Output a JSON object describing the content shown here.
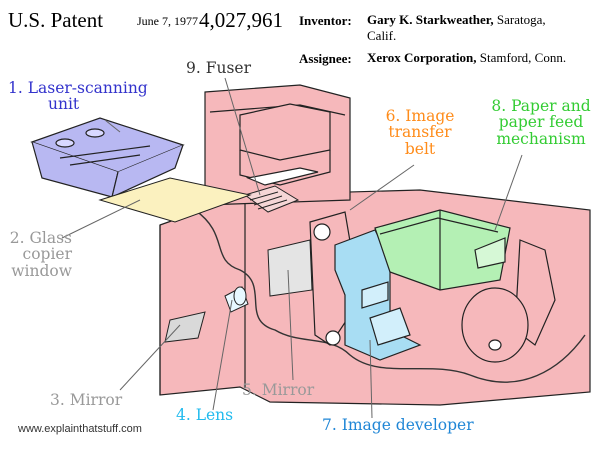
{
  "header": {
    "title": "U.S. Patent",
    "date": "June 7, 1977",
    "number": "4,027,961",
    "inventor_label": "Inventor:",
    "inventor_name": "Gary K. Starkweather,",
    "inventor_place_1": " Saratoga,",
    "inventor_place_2": "Calif.",
    "assignee_label": "Assignee:",
    "assignee_name": "Xerox Corporation,",
    "assignee_place": " Stamford, Conn."
  },
  "labels": {
    "laser_1": "1. Laser-scanning",
    "laser_2": "unit",
    "glass_1": "2. Glass",
    "glass_2": "copier",
    "glass_3": "window",
    "mirror3": "3. Mirror",
    "lens": "4. Lens",
    "mirror5": "5. Mirror",
    "belt_1": "6. Image",
    "belt_2": "transfer",
    "belt_3": "belt",
    "developer": "7. Image developer",
    "paper_1": "8. Paper and",
    "paper_2": "paper feed",
    "paper_3": "mechanism",
    "fuser": "9. Fuser"
  },
  "watermark": "www.explainthatstuff.com",
  "colors": {
    "laser": "#3333cc",
    "glass": "#999999",
    "mirror": "#999999",
    "lens": "#22bbee",
    "belt": "#ff8c1a",
    "developer": "#1f86d6",
    "paper": "#33cc33",
    "fuser": "#333333",
    "body_fill": "#f6b8bb",
    "laser_fill": "#b8b8f2",
    "developer_fill": "#a8ddf3",
    "paper_fill": "#b4f0b4"
  }
}
